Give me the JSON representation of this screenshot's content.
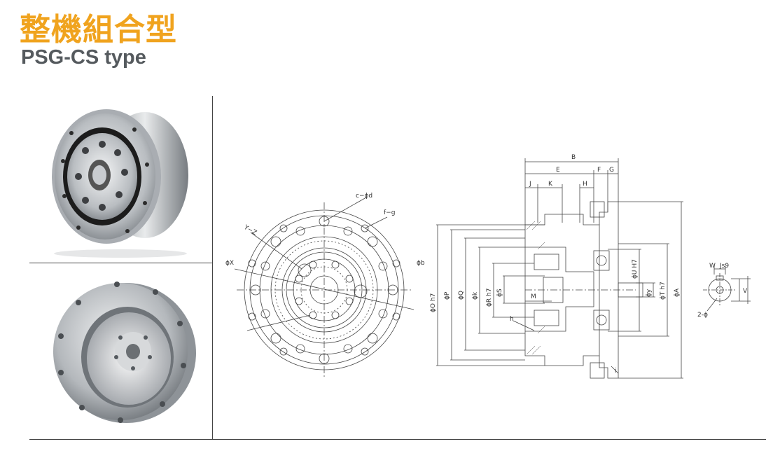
{
  "header": {
    "title_cn": "整機組合型",
    "title_en": "PSG-CS type"
  },
  "colors": {
    "title_accent": "#f0a31e",
    "subtitle": "#555a5e",
    "line": "#444444",
    "metal": "#c9ccd0"
  },
  "drawing": {
    "front_view_labels": {
      "cd": "c−ϕd",
      "fg": "f−g",
      "yz": "Y−Z",
      "x": "ϕX",
      "b": "ϕb"
    },
    "top_dims": {
      "B": "B",
      "E": "E",
      "F": "F",
      "G": "G",
      "J": "J",
      "K": "K",
      "H": "H"
    },
    "section_labels": {
      "O": "ϕO h7",
      "P": "ϕP",
      "Q": "ϕQ",
      "k": "ϕk",
      "R": "ϕR h7",
      "S": "ϕS",
      "M": "M",
      "h": "h",
      "i": "i",
      "U": "ϕU H7",
      "y": "ϕy",
      "T": "ϕT h7",
      "A": "ϕA"
    },
    "shaft_labels": {
      "W": "W",
      "Js9": "Js9",
      "V": "V",
      "two_phi": "2-ϕ"
    }
  }
}
